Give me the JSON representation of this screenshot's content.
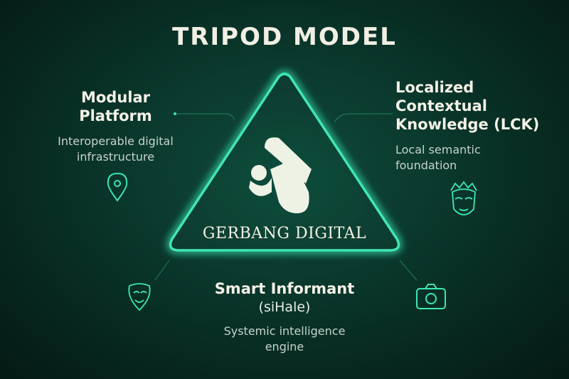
{
  "title": "TRIPOD MODEL",
  "center": {
    "brand": "GERBANG DIGITAL",
    "logo_icon": "gerbang-digital-logo"
  },
  "left": {
    "heading_line1": "Modular",
    "heading_line2": "Platform",
    "sub_line1": "Interoperable digital",
    "sub_line2": "infrastructure",
    "icon": "location-pin-icon"
  },
  "right": {
    "heading_line1": "Localized",
    "heading_line2": "Contextual",
    "heading_line3": "Knowledge (LCK)",
    "sub_line1": "Local semantic",
    "sub_line2": "foundation",
    "icon": "mask-face-icon"
  },
  "bottom": {
    "heading": "Smart Informant",
    "paren": "(siHale)",
    "sub_line1": "Systemic intelligence",
    "sub_line2": "engine",
    "icon_left": "shield-face-icon",
    "icon_right": "camera-icon"
  },
  "colors": {
    "accent_glow": "#3fe6b4",
    "background": "#0b3a2e",
    "logo": "#eef2e4"
  }
}
